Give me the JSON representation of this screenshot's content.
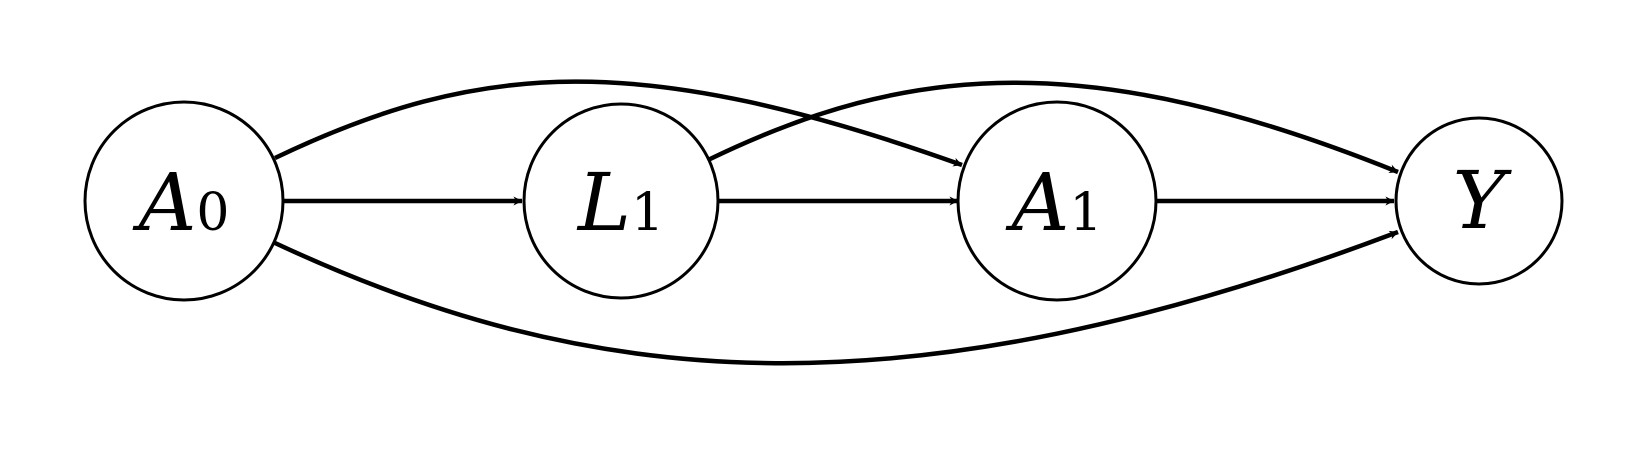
{
  "diagram": {
    "nodes": {
      "A0": {
        "symbol": "A",
        "subscript": "0"
      },
      "L1": {
        "symbol": "L",
        "subscript": "1"
      },
      "A1": {
        "symbol": "A",
        "subscript": "1"
      },
      "Y": {
        "symbol": "Y",
        "subscript": ""
      }
    },
    "edges": [
      {
        "from": "A0",
        "to": "L1"
      },
      {
        "from": "A0",
        "to": "A1"
      },
      {
        "from": "A0",
        "to": "Y"
      },
      {
        "from": "L1",
        "to": "A1"
      },
      {
        "from": "L1",
        "to": "Y"
      },
      {
        "from": "A1",
        "to": "Y"
      }
    ],
    "colors": {
      "stroke": "#000000",
      "fill": "#ffffff"
    }
  }
}
